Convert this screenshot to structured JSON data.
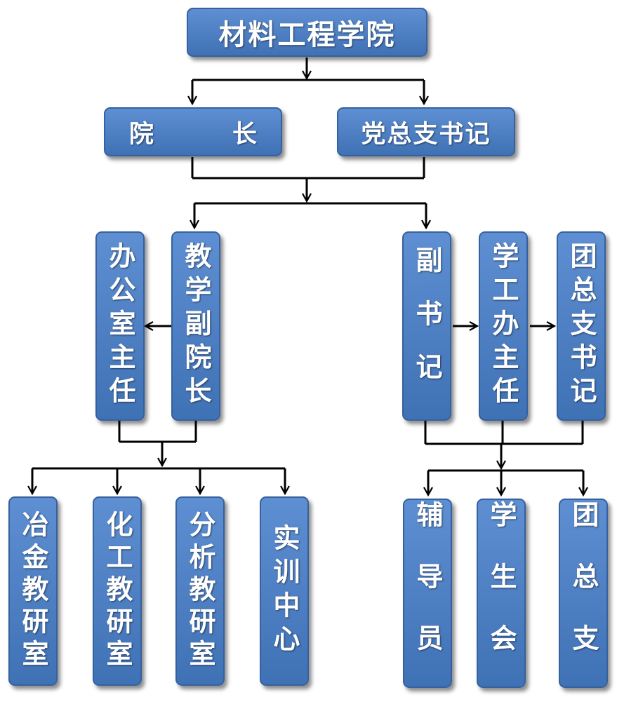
{
  "top": {
    "label": "材料工程学院"
  },
  "dean": {
    "label_left": "院",
    "label_right": "长"
  },
  "party_secretary": {
    "label": "党总支书记"
  },
  "left_branch": {
    "office_director": "办公室主任",
    "vice_dean_teaching": "教学副院长",
    "units": [
      "冶金教研室",
      "化工教研室",
      "分析教研室",
      "实训中心"
    ]
  },
  "right_branch": {
    "deputy_secretary": "副书记",
    "student_affairs_director": "学工办主任",
    "youth_league_secretary": "团总支书记",
    "units": [
      "辅导员",
      "学生会",
      "团总支"
    ]
  },
  "colors": {
    "box_fill": "#4a7cc0",
    "box_border": "#36619e",
    "line": "#000000"
  }
}
